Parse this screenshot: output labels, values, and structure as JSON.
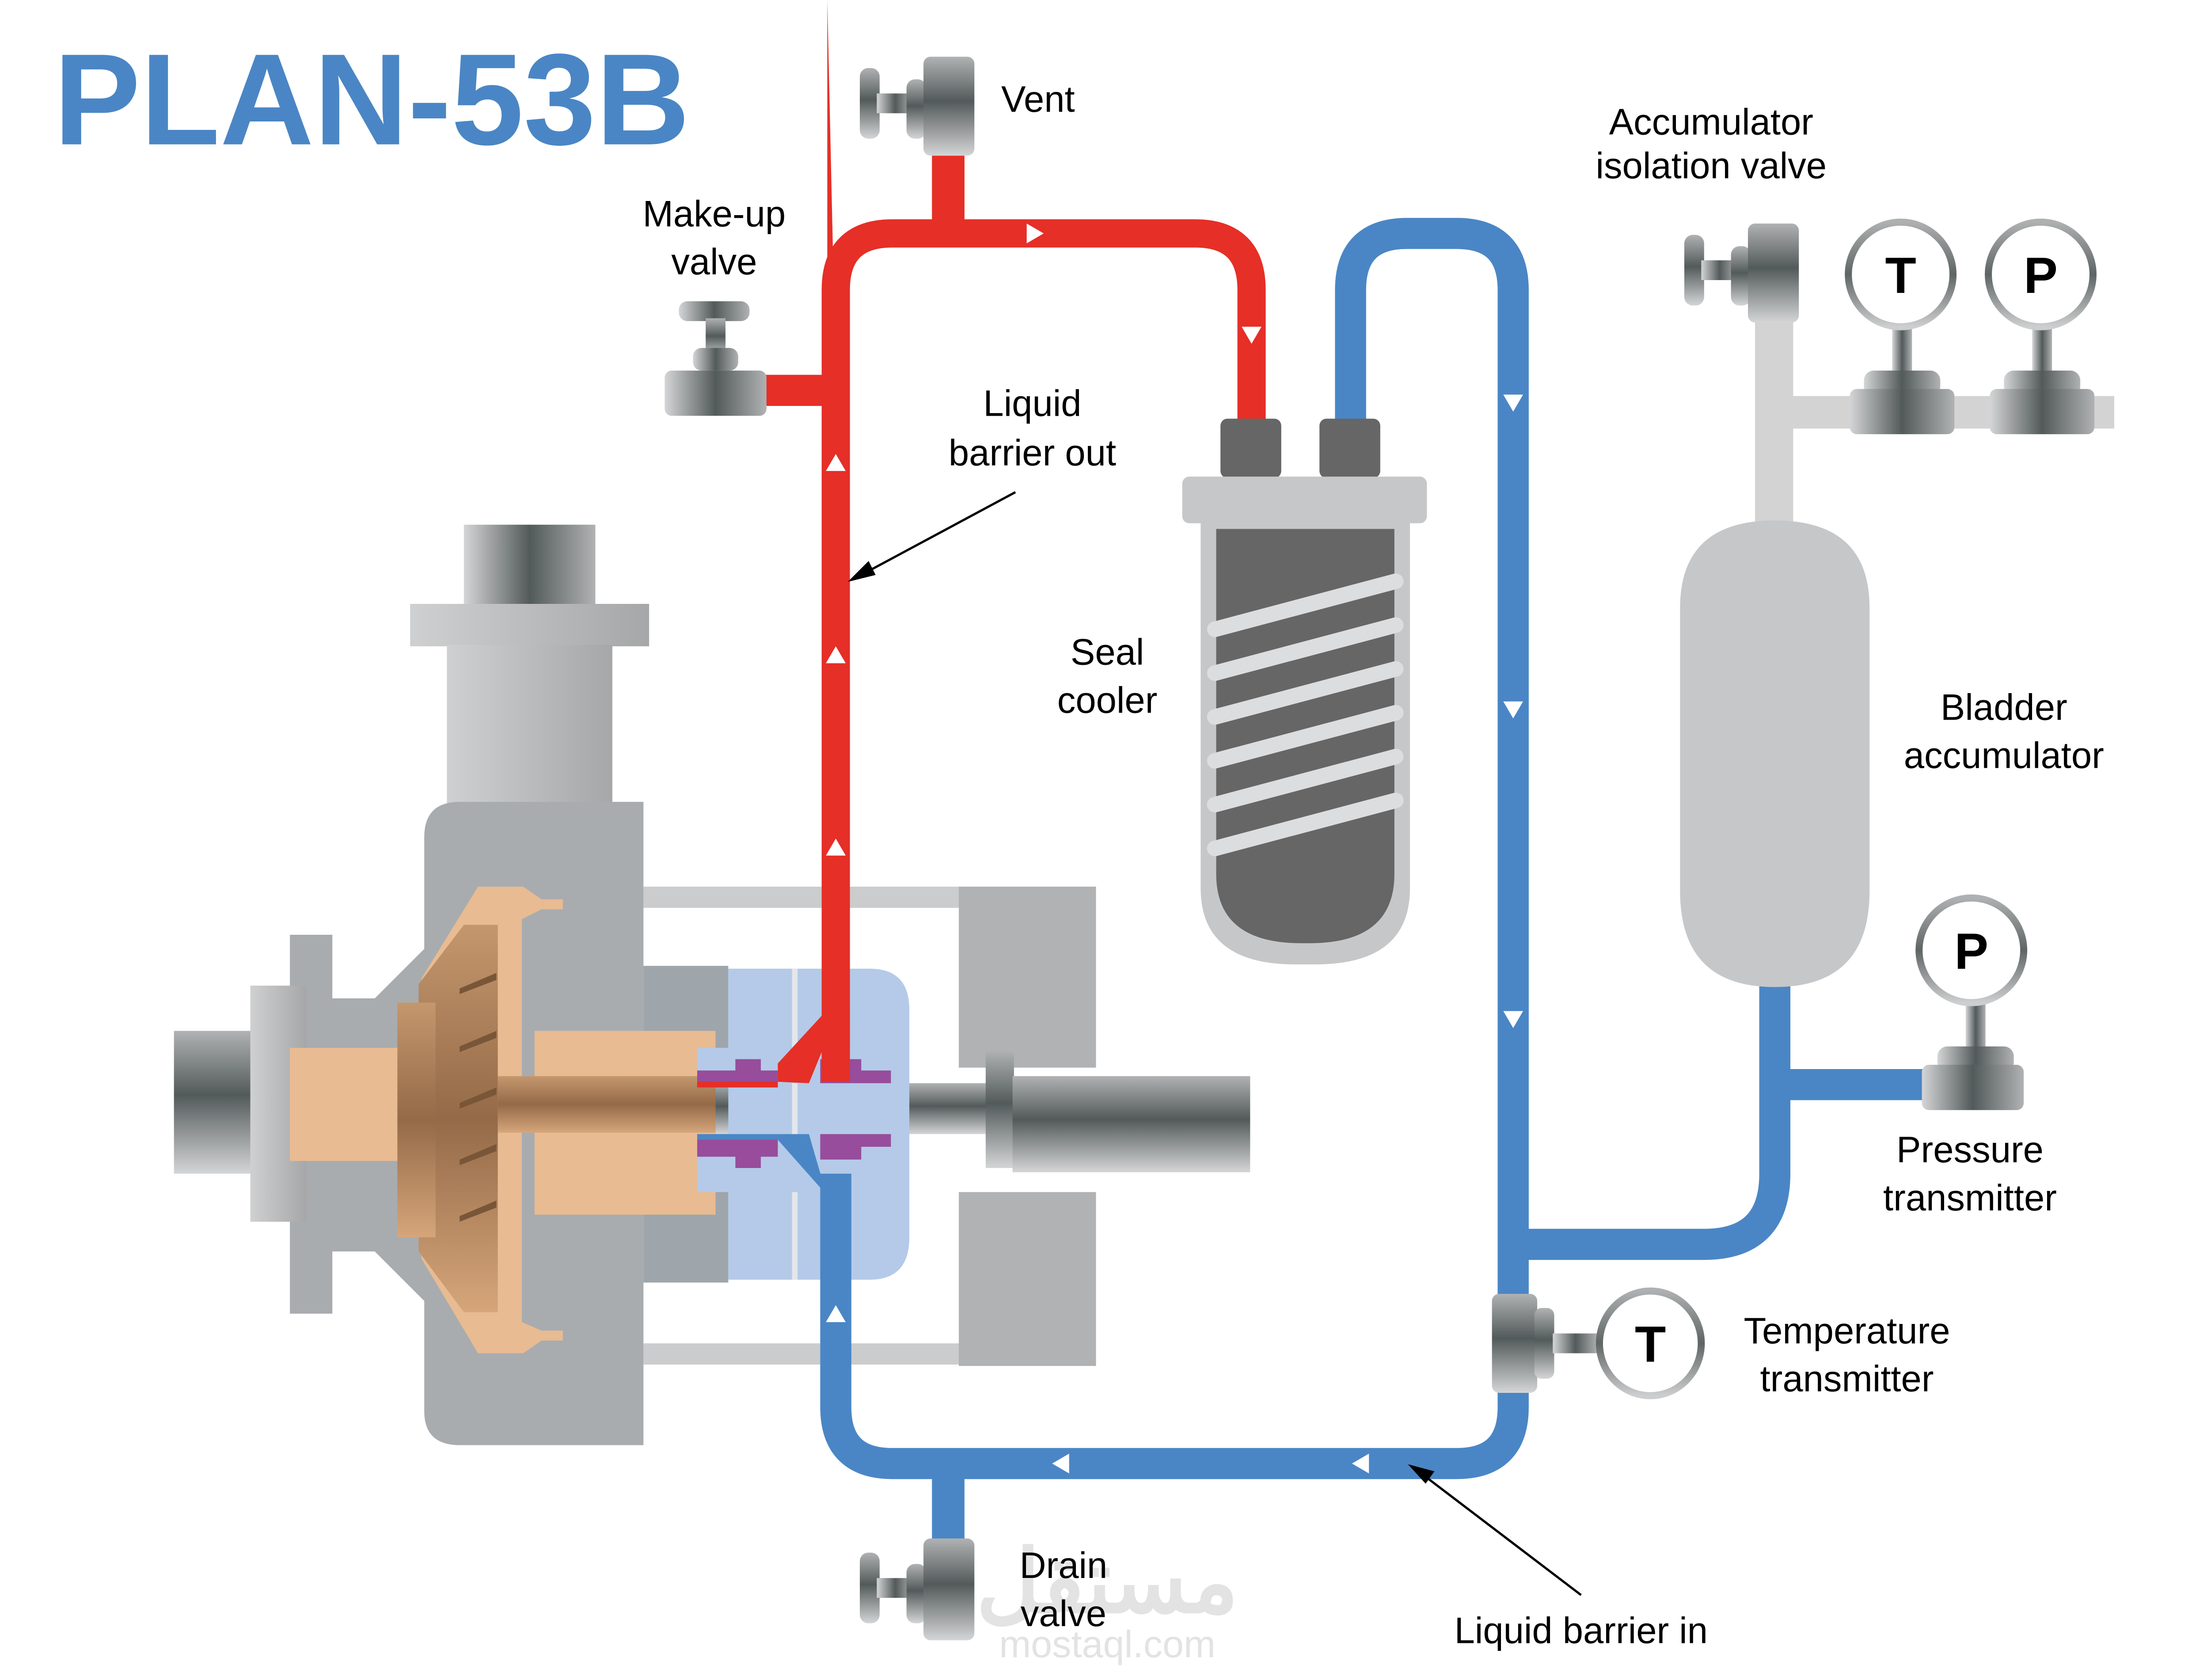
{
  "title": "PLAN-53B",
  "colors": {
    "title": "#4a86c5",
    "hot_line": "#e52f27",
    "cold_line": "#4a86c5",
    "seal_chamber": "#b4cae8",
    "seal_faces": "#974d9b",
    "casing": "#a8acaf",
    "impeller": "#e8bb92",
    "cooler_body": "#666666",
    "cooler_shell": "#c6c7c9",
    "accumulator": "#c6c7c9",
    "accumulator_piping": "#d3d3d3"
  },
  "labels": {
    "vent": "Vent",
    "makeup_valve": [
      "Make-up",
      "valve"
    ],
    "liquid_barrier_out": [
      "Liquid",
      "barrier out"
    ],
    "seal_cooler": [
      "Seal",
      "cooler"
    ],
    "accumulator_isolation_valve": [
      "Accumulator",
      "isolation valve"
    ],
    "bladder_accumulator": [
      "Bladder",
      "accumulator"
    ],
    "pressure_transmitter": [
      "Pressure",
      "transmitter"
    ],
    "temperature_transmitter": [
      "Temperature",
      "transmitter"
    ],
    "drain_valve": [
      "Drain",
      "valve"
    ],
    "liquid_barrier_in": "Liquid barrier in"
  },
  "gauges": {
    "accumulator_temperature": "T",
    "accumulator_pressure": "P",
    "pressure_transmitter": "P",
    "temperature_transmitter": "T"
  },
  "watermark": {
    "arabic": "مستقل",
    "latin": "mostaql.com"
  }
}
